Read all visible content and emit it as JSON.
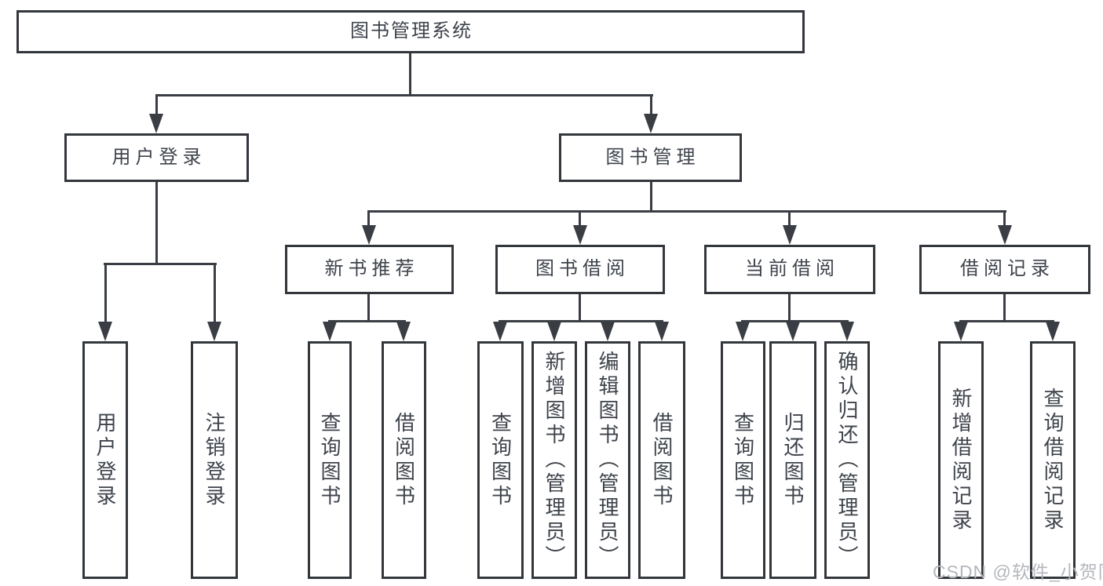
{
  "title": "图书管理系统",
  "watermark": {
    "text": "CSDN @软件_小贺同学"
  },
  "colors": {
    "line": "#3a3e44",
    "border": "#33373c",
    "text": "#3e434b",
    "watermark": "#b4b7bc",
    "background": "#ffffff"
  },
  "nodes": {
    "root": {
      "label": "图书管理系统"
    },
    "user_login_group": {
      "label": "用户登录"
    },
    "book_mgmt_group": {
      "label": "图书管理"
    },
    "new_book_rec": {
      "label": "新书推荐"
    },
    "book_borrow": {
      "label": "图书借阅"
    },
    "current_borrow": {
      "label": "当前借阅"
    },
    "borrow_records": {
      "label": "借阅记录"
    },
    "leaf_user_login": {
      "label": "用户登录"
    },
    "leaf_logout": {
      "label": "注销登录"
    },
    "leaf_query_book_1": {
      "label": "查询图书"
    },
    "leaf_borrow_book_1": {
      "label": "借阅图书"
    },
    "leaf_query_book_2": {
      "label": "查询图书"
    },
    "leaf_add_book": {
      "label": "新增图书（管理员）"
    },
    "leaf_edit_book": {
      "label": "编辑图书（管理员）"
    },
    "leaf_borrow_book_2": {
      "label": "借阅图书"
    },
    "leaf_query_book_3": {
      "label": "查询图书"
    },
    "leaf_return_book": {
      "label": "归还图书"
    },
    "leaf_confirm_return": {
      "label": "确认归还（管理员）"
    },
    "leaf_add_borrow_record": {
      "label": "新增借阅记录"
    },
    "leaf_query_borrow_record": {
      "label": "查询借阅记录"
    }
  },
  "hierarchy": {
    "label": "图书管理系统",
    "children": [
      {
        "label": "用户登录",
        "children": [
          {
            "label": "用户登录"
          },
          {
            "label": "注销登录"
          }
        ]
      },
      {
        "label": "图书管理",
        "children": [
          {
            "label": "新书推荐",
            "children": [
              {
                "label": "查询图书"
              },
              {
                "label": "借阅图书"
              }
            ]
          },
          {
            "label": "图书借阅",
            "children": [
              {
                "label": "查询图书"
              },
              {
                "label": "新增图书（管理员）"
              },
              {
                "label": "编辑图书（管理员）"
              },
              {
                "label": "借阅图书"
              }
            ]
          },
          {
            "label": "当前借阅",
            "children": [
              {
                "label": "查询图书"
              },
              {
                "label": "归还图书"
              },
              {
                "label": "确认归还（管理员）"
              }
            ]
          },
          {
            "label": "借阅记录",
            "children": [
              {
                "label": "新增借阅记录"
              },
              {
                "label": "查询借阅记录"
              }
            ]
          }
        ]
      }
    ]
  }
}
